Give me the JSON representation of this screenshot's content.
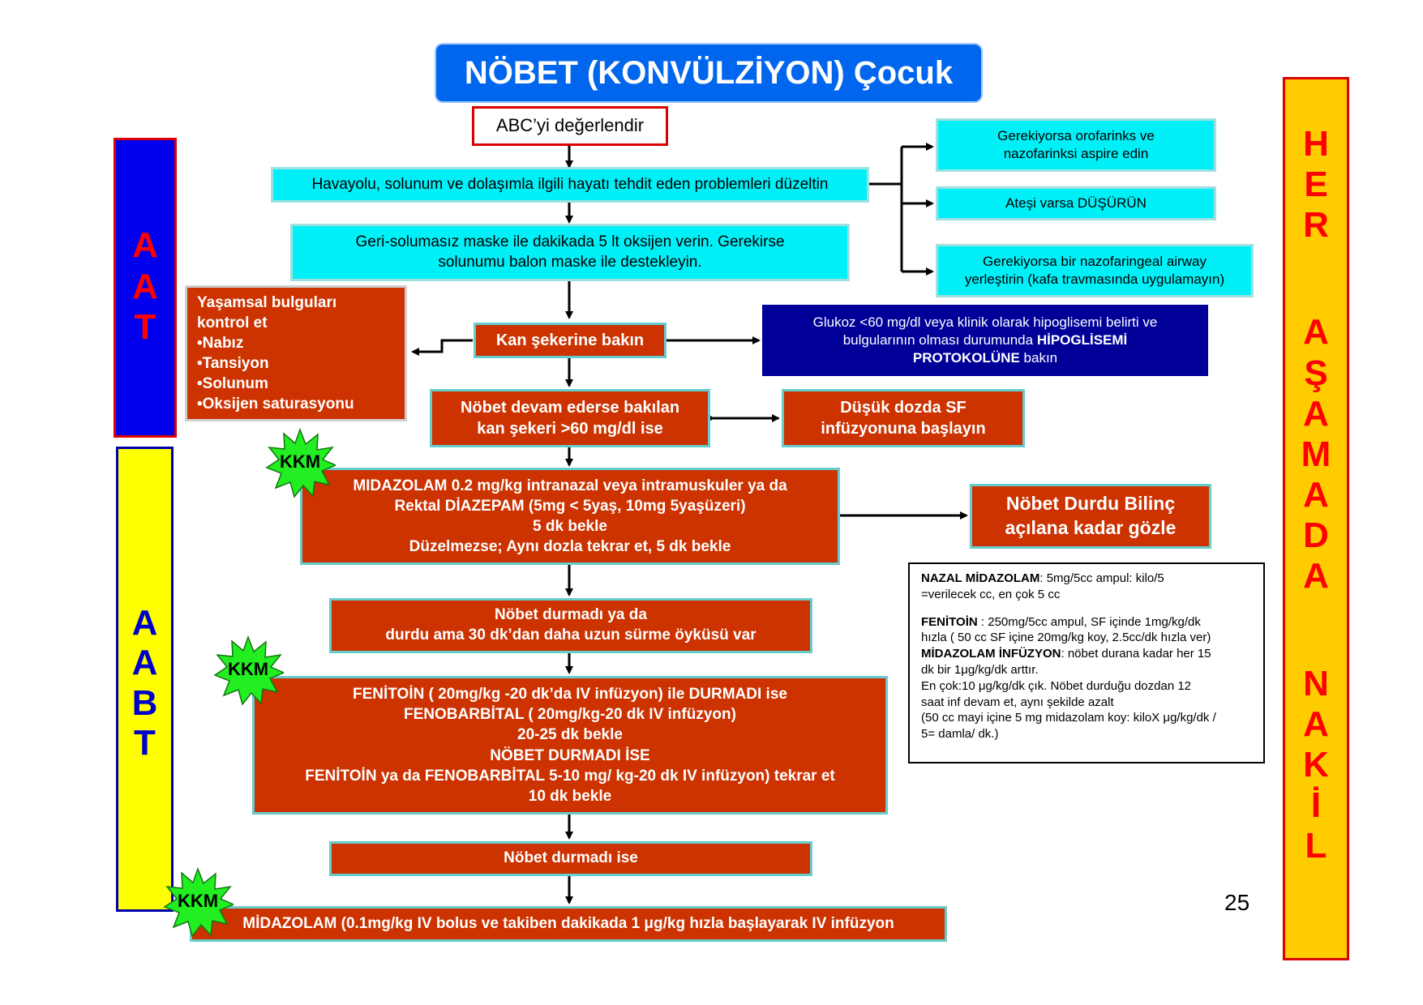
{
  "title": "NÖBET (KONVÜLZİYON) Çocuk",
  "colors": {
    "title_bg": "#0066ee",
    "cyan": "#00f0f8",
    "red": "#cc3300",
    "navy": "#000099",
    "kkm": "#22ee22",
    "aat_bg": "#0000ee",
    "aat_text": "#ff0000",
    "aabt_bg": "#ffff00",
    "aabt_text": "#0000cc",
    "her_bg": "#ffcc00",
    "her_text": "#ff0000"
  },
  "left_labels": {
    "aat": [
      "A",
      "A",
      "T"
    ],
    "aabt": [
      "A",
      "A",
      "B",
      "T"
    ]
  },
  "right_label": {
    "her": [
      "H",
      "E",
      "R"
    ],
    "asamada": [
      "A",
      "Ş",
      "A",
      "M",
      "A",
      "D",
      "A"
    ],
    "nakil": [
      "N",
      "A",
      "K",
      "İ",
      "L"
    ]
  },
  "nodes": {
    "abc": "ABC’yi değerlendir",
    "havayolu": "Havayolu, solunum ve dolaşımla ilgili hayatı tehdit eden problemleri düzeltin",
    "oksijen": [
      "Geri-solumasız maske ile dakikada 5 lt oksijen verin. Gerekirse",
      "solunumu balon maske ile destekleyin."
    ],
    "aspire": [
      "Gerekiyorsa orofarinks ve",
      "nazofarinksi aspire edin"
    ],
    "ates": "Ateşi varsa DÜŞÜRÜN",
    "airway": [
      "Gerekiyorsa bir nazofaringeal airway",
      "yerleştirin (kafa travmasında uygulamayın)"
    ],
    "yasamsal": [
      "Yaşamsal bulguları",
      "kontrol et",
      "•Nabız",
      "•Tansiyon",
      "•Solunum",
      "•Oksijen saturasyonu"
    ],
    "kan_sekeri": "Kan şekerine bakın",
    "glukoz": [
      "Glukoz <60 mg/dl veya klinik olarak hipoglisemi belirti ve",
      "bulgularının olması durumunda",
      "HİPOGLİSEMİ",
      "PROTOKOLÜNE",
      "bakın"
    ],
    "nobet_devam": [
      "Nöbet devam ederse bakılan",
      "kan şekeri >60 mg/dl ise"
    ],
    "dusuk_doz": [
      "Düşük dozda SF",
      "infüzyonuna başlayın"
    ],
    "midazolam1": [
      "MIDAZOLAM  0.2 mg/kg  intranazal veya intramuskuler ya da",
      "Rektal DİAZEPAM (5mg < 5yaş, 10mg 5yaşüzeri)",
      "5 dk bekle",
      "Düzelmezse; Aynı dozla tekrar et, 5 dk bekle"
    ],
    "nobet_durdu": [
      "Nöbet Durdu Bilinç",
      "açılana kadar gözle"
    ],
    "nobet_durmadi1": [
      "Nöbet durmadı ya da",
      "durdu ama 30 dk’dan daha uzun sürme öyküsü var"
    ],
    "fenitoin": [
      "FENİTOİN  ( 20mg/kg -20 dk’da IV infüzyon) ile DURMADI ise",
      "FENOBARBİTAL ( 20mg/kg-20 dk IV infüzyon)",
      "20-25 dk bekle",
      "NÖBET DURMADI İSE",
      "FENİTOİN ya da FENOBARBİTAL  5-10 mg/ kg-20 dk IV infüzyon) tekrar et",
      "10 dk bekle"
    ],
    "nobet_durmadi2": "Nöbet durmadı ise",
    "midazolam2": "MİDAZOLAM (0.1mg/kg IV bolus ve takiben dakikada 1 μg/kg hızla başlayarak IV infüzyon"
  },
  "kkm_label": "KKM",
  "notes": {
    "nazal_bold": "NAZAL MİDAZOLAM",
    "nazal_text": ": 5mg/5cc ampul: kilo/5",
    "nazal_text2": "=verilecek cc, en çok 5 cc",
    "fenitoin_bold": "FENİTOİN",
    "fenitoin_text": "  : 250mg/5cc ampul, SF içinde 1mg/kg/dk",
    "fenitoin_text2": "hızla ( 50 cc SF içine 20mg/kg koy, 2.5cc/dk hızla ver)",
    "midazolam_bold": "MİDAZOLAM İNFÜZYON",
    "midazolam_text": ": nöbet durana kadar her 15",
    "midazolam_lines": [
      "dk bir 1μg/kg/dk arttır.",
      "En çok:10 μg/kg/dk çık. Nöbet durduğu dozdan 12",
      "saat inf devam et, aynı şekilde azalt",
      "(50 cc mayi içine 5 mg midazolam koy: kiloX μg/kg/dk /",
      "5= damla/ dk.)"
    ]
  },
  "page_number": "25"
}
